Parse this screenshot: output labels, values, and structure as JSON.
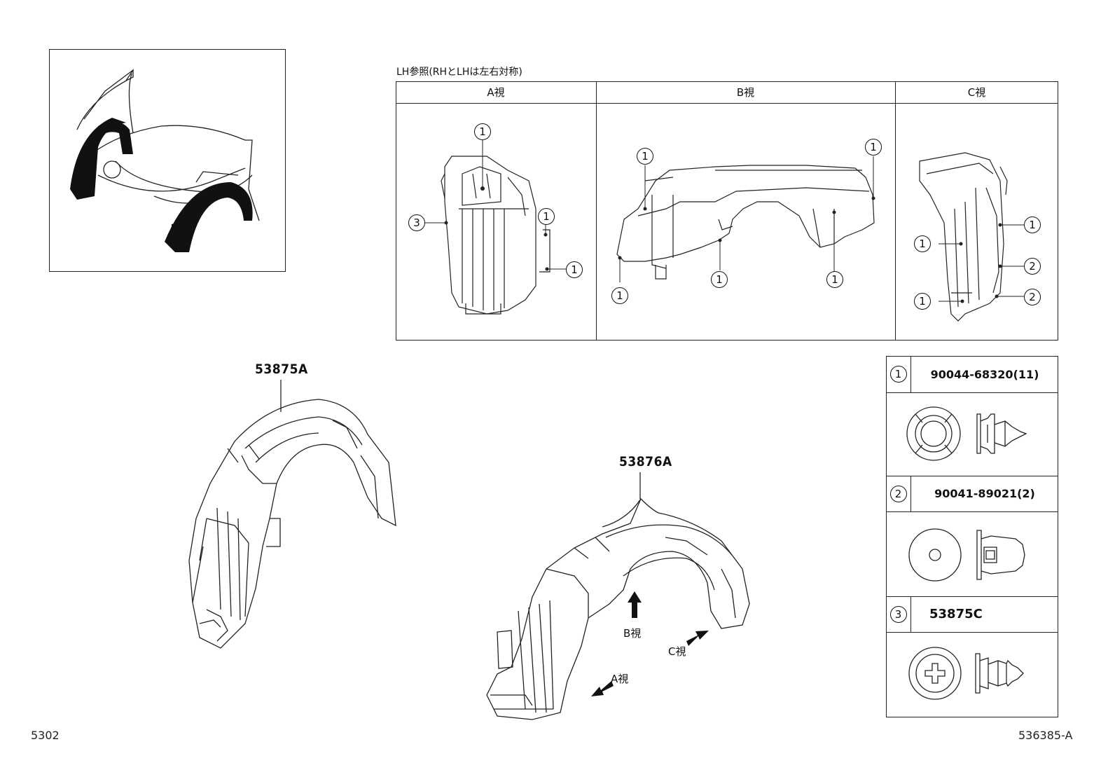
{
  "reference_note": "LH参照(RHとLHは左右対称)",
  "view_table": {
    "columns": [
      "A視",
      "B視",
      "C視"
    ]
  },
  "callout_marks": {
    "one": "1",
    "two": "2",
    "three": "3"
  },
  "parts": {
    "rh_liner": "53875A",
    "lh_liner": "53876A"
  },
  "view_arrows": {
    "a": "A視",
    "b": "B視",
    "c": "C視"
  },
  "legend": [
    {
      "mark": "1",
      "code": "90044-68320(11)"
    },
    {
      "mark": "2",
      "code": "90041-89021(2)"
    },
    {
      "mark": "3",
      "code": "53875C"
    }
  ],
  "footer": {
    "left": "5302",
    "right": "536385-A"
  }
}
